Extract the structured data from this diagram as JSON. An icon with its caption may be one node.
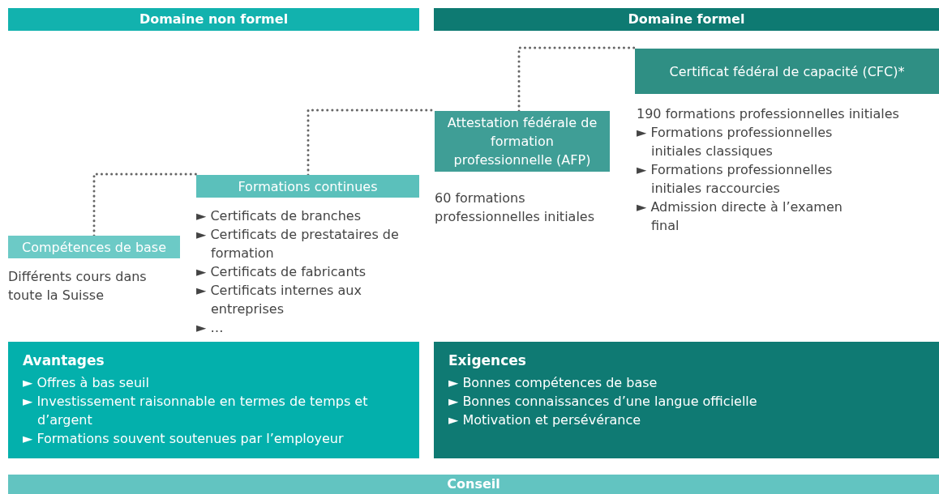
{
  "diagram": {
    "nodes": [
      {
        "text": [
          "Domaine non formel"
        ]
      },
      {
        "text": [
          "Domaine formel"
        ]
      },
      {
        "text": [
          "Compétences de base"
        ],
        "beside": [
          "Différents cours dans toute la Suisse"
        ]
      },
      {
        "text": [
          "Formations continues"
        ],
        "beside": [
          "► Certificats de branches",
          "► Certificats de prestataires de formation",
          "► Certificats de fabricants",
          "► Certificats internes aux entreprises",
          "► …"
        ]
      },
      {
        "text": [
          "Attestation fédérale de formation professionnelle (AFP)"
        ],
        "beside": [
          "60 formations professionnelles initiales"
        ]
      },
      {
        "text": [
          "Certificat fédéral de capacité (CFC)*"
        ],
        "beside": [
          "190 formations professionnelles initiales",
          "► Formations professionnelles initiales classiques",
          "► Formations professionnelles initiales raccourcies",
          "► Admission directe à l’examen final"
        ]
      },
      {
        "text": [
          "Avantages",
          "► Offres à bas seuil",
          "► Investissement raisonnable en termes de temps et d’argent",
          "► Formations souvent soutenues par l’employeur"
        ]
      },
      {
        "text": [
          "Exigences",
          "► Bonnes compétences de base",
          "► Bonnes connaissances d’une langue officielle",
          "► Motivation et persévérance"
        ]
      },
      {
        "text": [
          "Conseil"
        ]
      }
    ],
    "edges": [
      {
        "from": 2,
        "to": 3,
        "arrow": "none"
      },
      {
        "from": 3,
        "to": 4,
        "arrow": "none"
      },
      {
        "from": 4,
        "to": 5,
        "arrow": "none"
      }
    ]
  }
}
